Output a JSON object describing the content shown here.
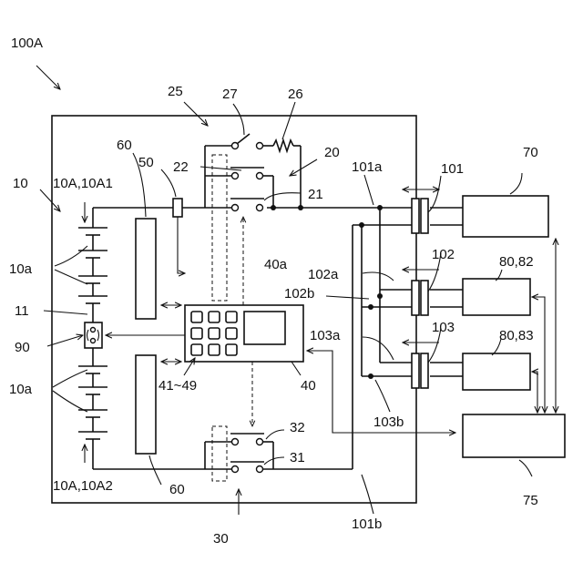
{
  "labels": {
    "system": "100A",
    "battery_pack": "10",
    "module_upper": "10A,10A1",
    "cells_upper": "10a",
    "midpoint": "11",
    "service_plug": "90",
    "cells_lower": "10a",
    "module_lower": "10A,10A2",
    "monitor_upper": "60",
    "monitor_lower": "60",
    "current_sensor": "50",
    "relay_unit": "25",
    "precharge_relay": "27",
    "resistor": "26",
    "relay_group_pos": "20",
    "relay_22": "22",
    "relay_21": "21",
    "line_101a": "101a",
    "connector_101": "101",
    "load_70": "70",
    "connector_102": "102",
    "line_102a": "102a",
    "line_102b": "102b",
    "load_80_82": "80,82",
    "connector_103": "103",
    "line_103a": "103a",
    "line_103b": "103b",
    "load_80_83": "80,83",
    "ecu_display": "40a",
    "ecu": "40",
    "ecu_inputs": "41~49",
    "relay_32": "32",
    "relay_31": "31",
    "relay_group_neg": "30",
    "line_101b": "101b",
    "controller_75": "75"
  }
}
